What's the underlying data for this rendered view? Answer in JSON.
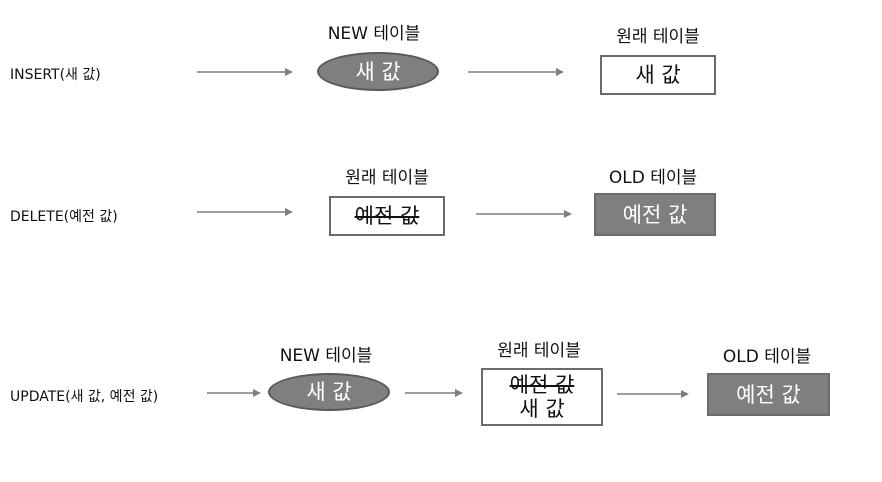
{
  "colors": {
    "shape_fill": "#7f7f7f",
    "shape_border": "#595959",
    "box_border": "#6b6b6b",
    "arrow": "#7f7f7f"
  },
  "insert": {
    "label": "INSERT(새 값)",
    "new_caption": "NEW 테이블",
    "new_value": "새 값",
    "orig_caption": "원래 테이블",
    "orig_value": "새 값"
  },
  "delete": {
    "label": "DELETE(예전 값)",
    "orig_caption": "원래 테이블",
    "orig_value": "예전 값",
    "old_caption": "OLD 테이블",
    "old_value": "예전 값"
  },
  "update": {
    "label": "UPDATE(새 값, 예전 값)",
    "new_caption": "NEW 테이블",
    "new_value": "새 값",
    "orig_caption": "원래 테이블",
    "orig_old_value": "예전 값",
    "orig_new_value": "새 값",
    "old_caption": "OLD 테이블",
    "old_value": "예전 값"
  }
}
